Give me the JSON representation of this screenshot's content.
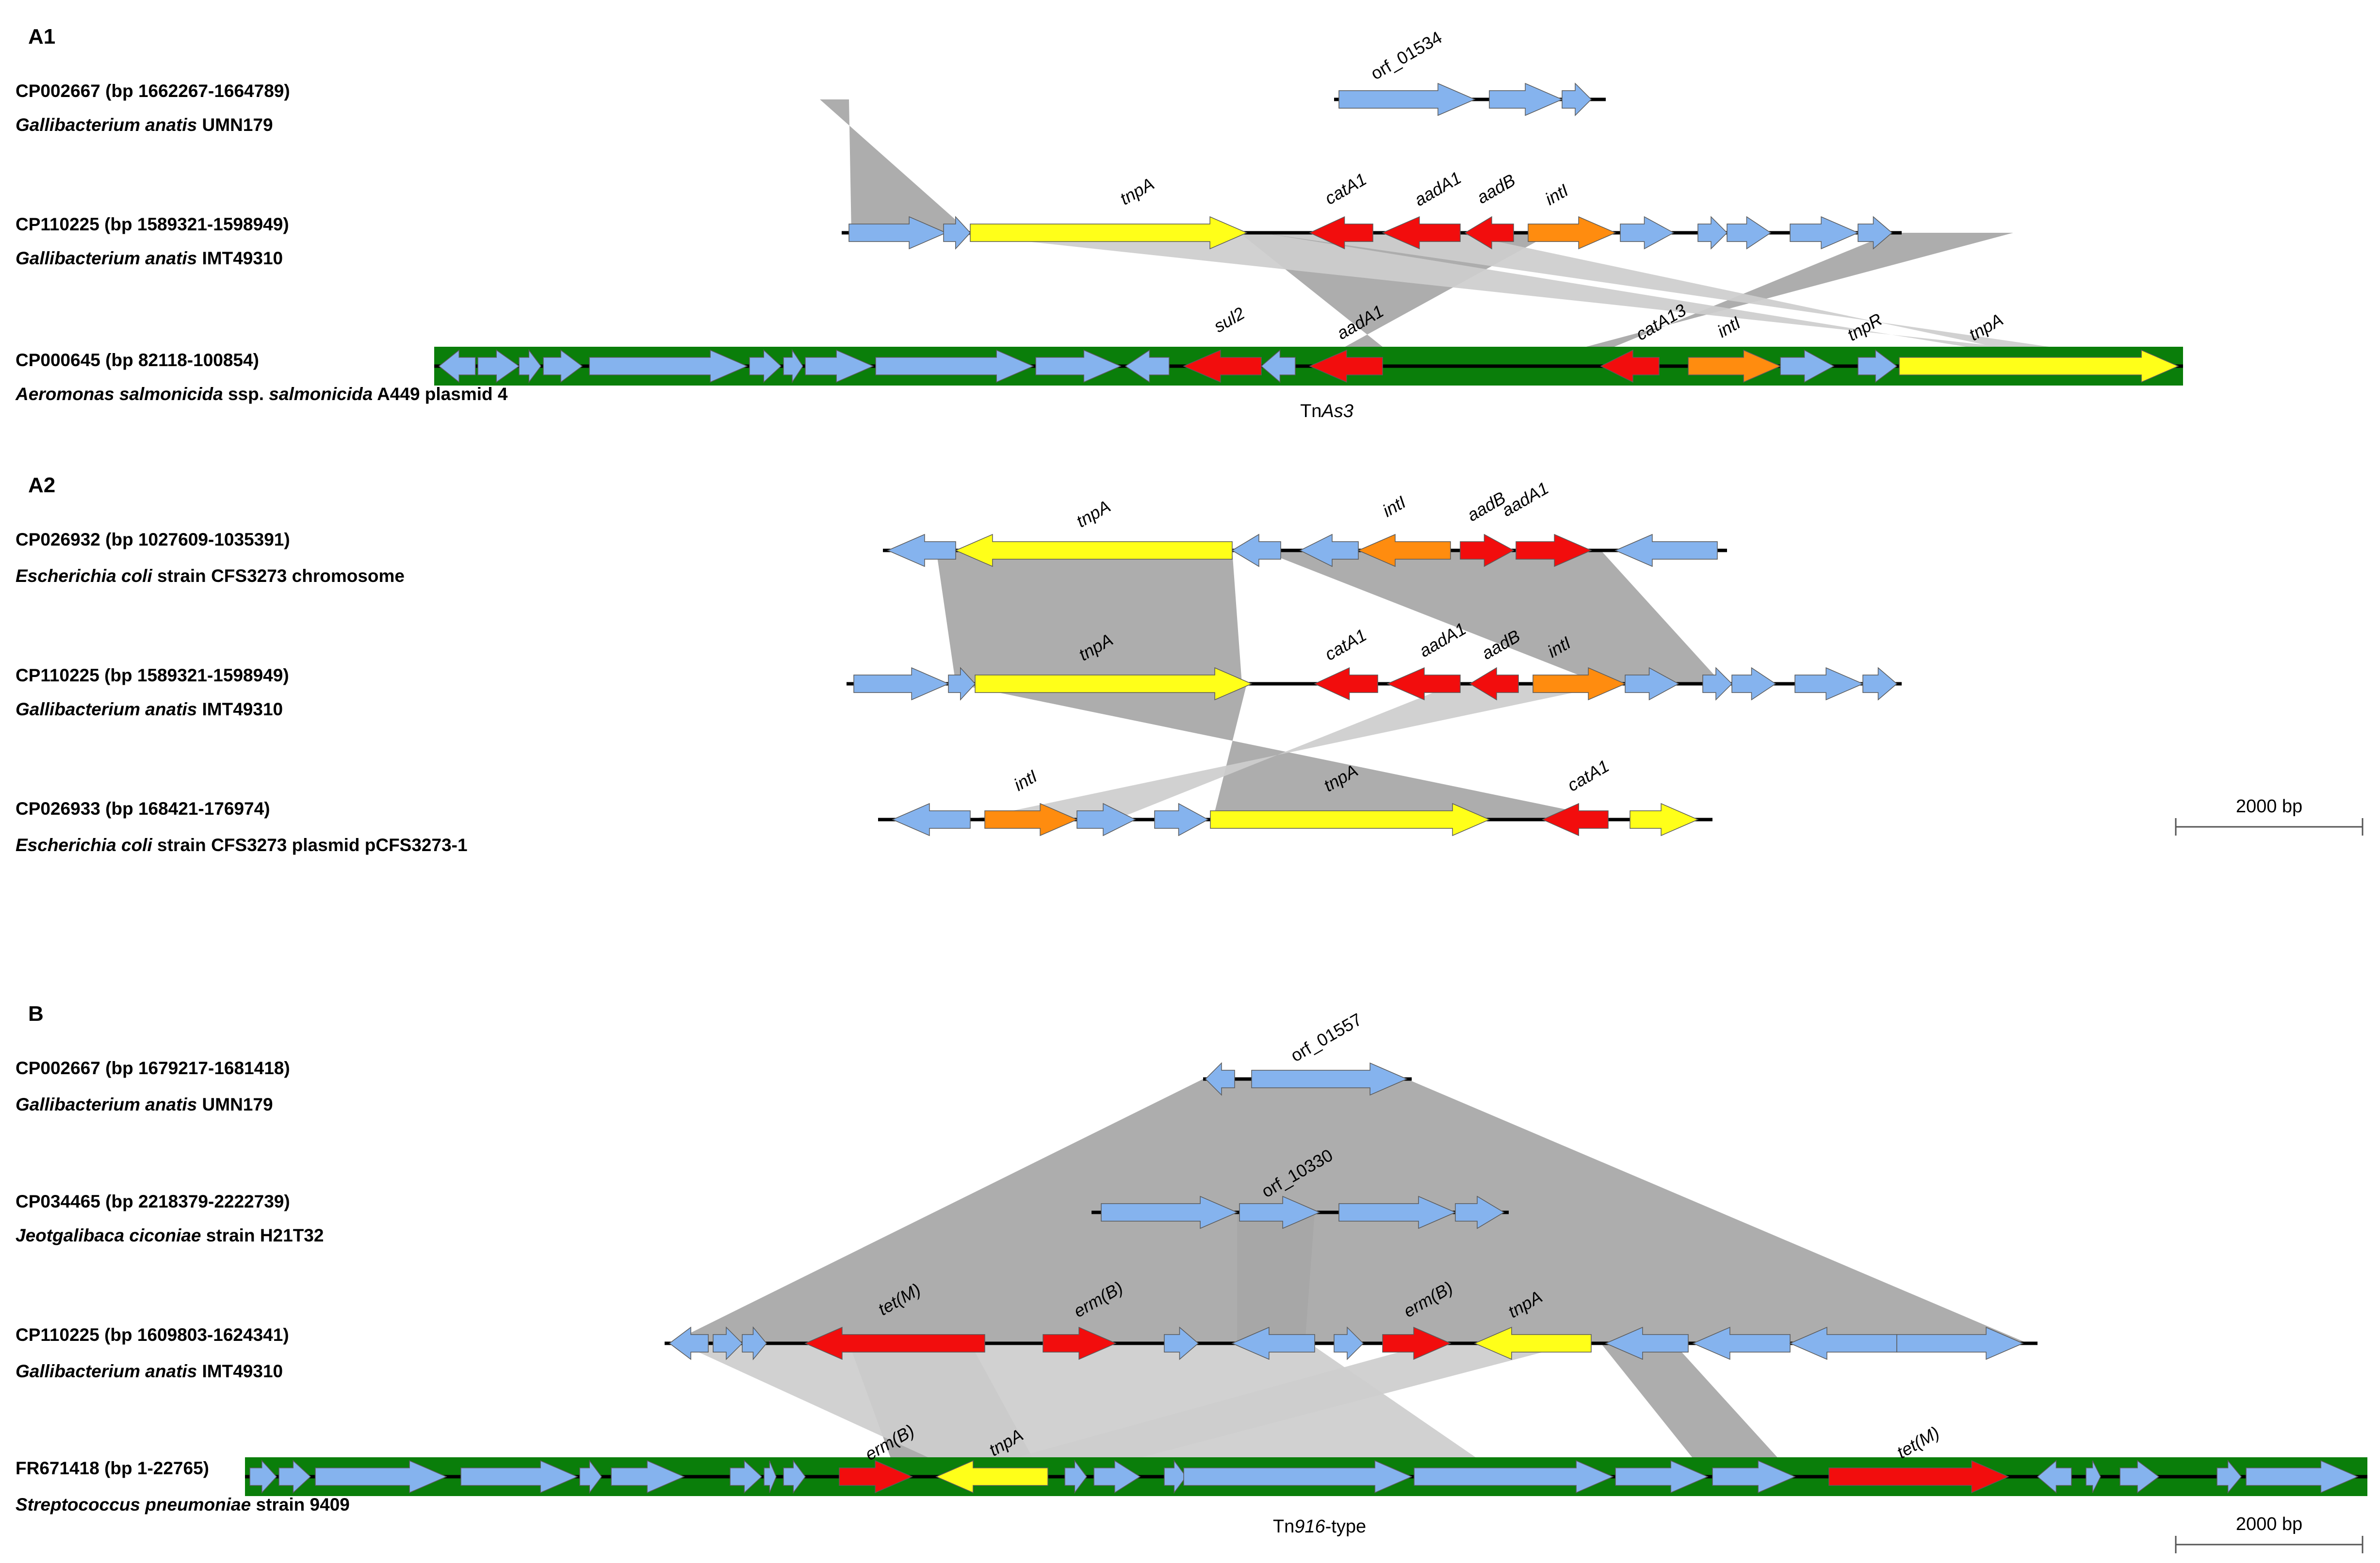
{
  "colors": {
    "gene_blue": "#85B3EE",
    "gene_yellow": "#FFFF19",
    "gene_red": "#F20D0D",
    "gene_orange": "#FF8C0F",
    "transposon_box": "#0A7E0A",
    "link_dark": "#A6A6A6",
    "link_light": "#CDCDCD"
  },
  "scale_bar_label": "2000 bp",
  "panels": [
    {
      "label": "A1",
      "tracks": [
        {
          "accession": "CP002667 (bp 1662267-1664789)",
          "organism": [
            {
              "text": "Gallibacterium anatis",
              "italic": true
            },
            {
              "text": " UMN179",
              "italic": false
            }
          ]
        },
        {
          "accession": "CP110225 (bp 1589321-1598949)",
          "organism": [
            {
              "text": "Gallibacterium anatis",
              "italic": true
            },
            {
              "text": " IMT49310",
              "italic": false
            }
          ]
        },
        {
          "accession": "CP000645 (bp 82118-100854)",
          "organism": [
            {
              "text": "Aeromonas salmonicida",
              "italic": true
            },
            {
              "text": " ssp. ",
              "italic": false
            },
            {
              "text": "salmonicida",
              "italic": true
            },
            {
              "text": " A449 plasmid 4",
              "italic": false
            }
          ],
          "transposon": [
            {
              "text": "Tn",
              "italic": false
            },
            {
              "text": "As3",
              "italic": true
            }
          ]
        }
      ]
    },
    {
      "label": "A2",
      "tracks": [
        {
          "accession": "CP026932 (bp 1027609-1035391)",
          "organism": [
            {
              "text": "Escherichia coli",
              "italic": true
            },
            {
              "text": " strain CFS3273 chromosome",
              "italic": false
            }
          ]
        },
        {
          "accession": "CP110225 (bp 1589321-1598949)",
          "organism": [
            {
              "text": "Gallibacterium anatis",
              "italic": true
            },
            {
              "text": " IMT49310",
              "italic": false
            }
          ]
        },
        {
          "accession": "CP026933 (bp 168421-176974)",
          "organism": [
            {
              "text": "Escherichia coli",
              "italic": true
            },
            {
              "text": " strain CFS3273 plasmid pCFS3273-1",
              "italic": false
            }
          ]
        }
      ]
    },
    {
      "label": "B",
      "tracks": [
        {
          "accession": "CP002667 (bp 1679217-1681418)",
          "organism": [
            {
              "text": "Gallibacterium anatis",
              "italic": true
            },
            {
              "text": " UMN179",
              "italic": false
            }
          ]
        },
        {
          "accession": "CP034465 (bp 2218379-2222739)",
          "organism": [
            {
              "text": "Jeotgalibaca ciconiae",
              "italic": true
            },
            {
              "text": " strain H21T32",
              "italic": false
            }
          ]
        },
        {
          "accession": "CP110225 (bp 1609803-1624341)",
          "organism": [
            {
              "text": "Gallibacterium anatis",
              "italic": true
            },
            {
              "text": " IMT49310",
              "italic": false
            }
          ]
        },
        {
          "accession": "FR671418 (bp 1-22765)",
          "organism": [
            {
              "text": "Streptococcus pneumoniae",
              "italic": true
            },
            {
              "text": " strain 9409",
              "italic": false
            }
          ],
          "transposon": [
            {
              "text": "Tn",
              "italic": false
            },
            {
              "text": "916",
              "italic": true
            },
            {
              "text": "-type",
              "italic": false
            }
          ]
        }
      ]
    }
  ],
  "gene_labels": {
    "A1": [
      "orf_01534",
      "tnpA",
      "catA1",
      "aadA1",
      "aadB",
      "intI",
      "sul2",
      "aadA1",
      "catA13",
      "intI",
      "tnpR",
      "tnpA"
    ],
    "A2": [
      "tnpA",
      "intI",
      "aadB",
      "aadA1",
      "tnpA",
      "catA1",
      "aadA1",
      "aadB",
      "intI",
      "intI",
      "tnpA",
      "catA1"
    ],
    "B": [
      "orf_01557",
      "orf_10330",
      "tet(M)",
      "erm(B)",
      "erm(B)",
      "tnpA",
      "erm(B)",
      "tnpA",
      "tet(M)"
    ]
  }
}
